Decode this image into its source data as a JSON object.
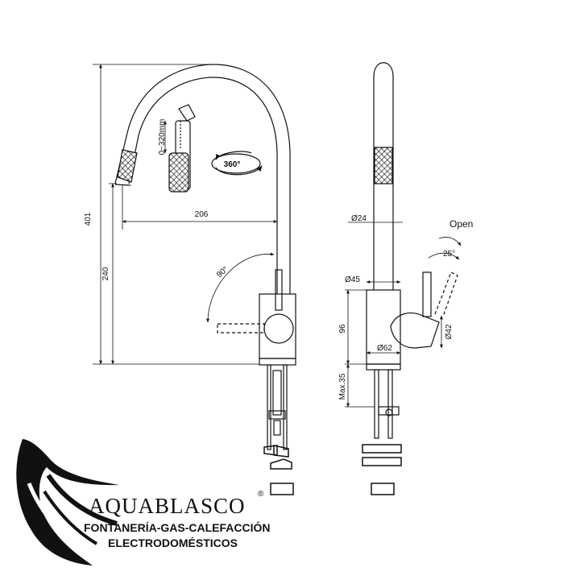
{
  "dimensions": {
    "height_total": "401",
    "height_spout": "240",
    "reach": "206",
    "hose_extension": "0~320mm",
    "rotation": "360°",
    "lever_angle_front": "90°",
    "spout_diameter": "Ø24",
    "body_top_diameter": "Ø45",
    "body_height": "96",
    "base_diameter": "Ø62",
    "lever_diameter": "Ø42",
    "open_angle": "25°",
    "max_deck": "Max.35"
  },
  "labels": {
    "open": "Open"
  },
  "logo": {
    "brand": "AQUABLASCO",
    "registered": "®",
    "line1": "FONTANERÍA-GAS-CALEFACCIÓN",
    "line2": "ELECTRODOMÉSTICOS"
  }
}
